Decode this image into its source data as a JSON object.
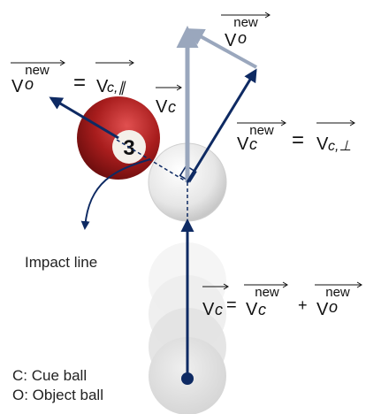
{
  "labels": {
    "v_letter": "V",
    "sub_o": "o",
    "sub_c": "c",
    "sub_c_par": "c,∥",
    "sub_c_perp": "c,⊥",
    "sup_new": "new",
    "equals": "=",
    "plus": "+",
    "impact_line": "Impact line",
    "legend_c": "C: Cue ball",
    "legend_o": "O: Object ball"
  },
  "ball": {
    "number": "3"
  },
  "colors": {
    "navy": "#0e2a63",
    "gray_arrow": "#9aa7bd",
    "red_ball": "#a81d1d",
    "ghost": "#cfcfcf"
  }
}
